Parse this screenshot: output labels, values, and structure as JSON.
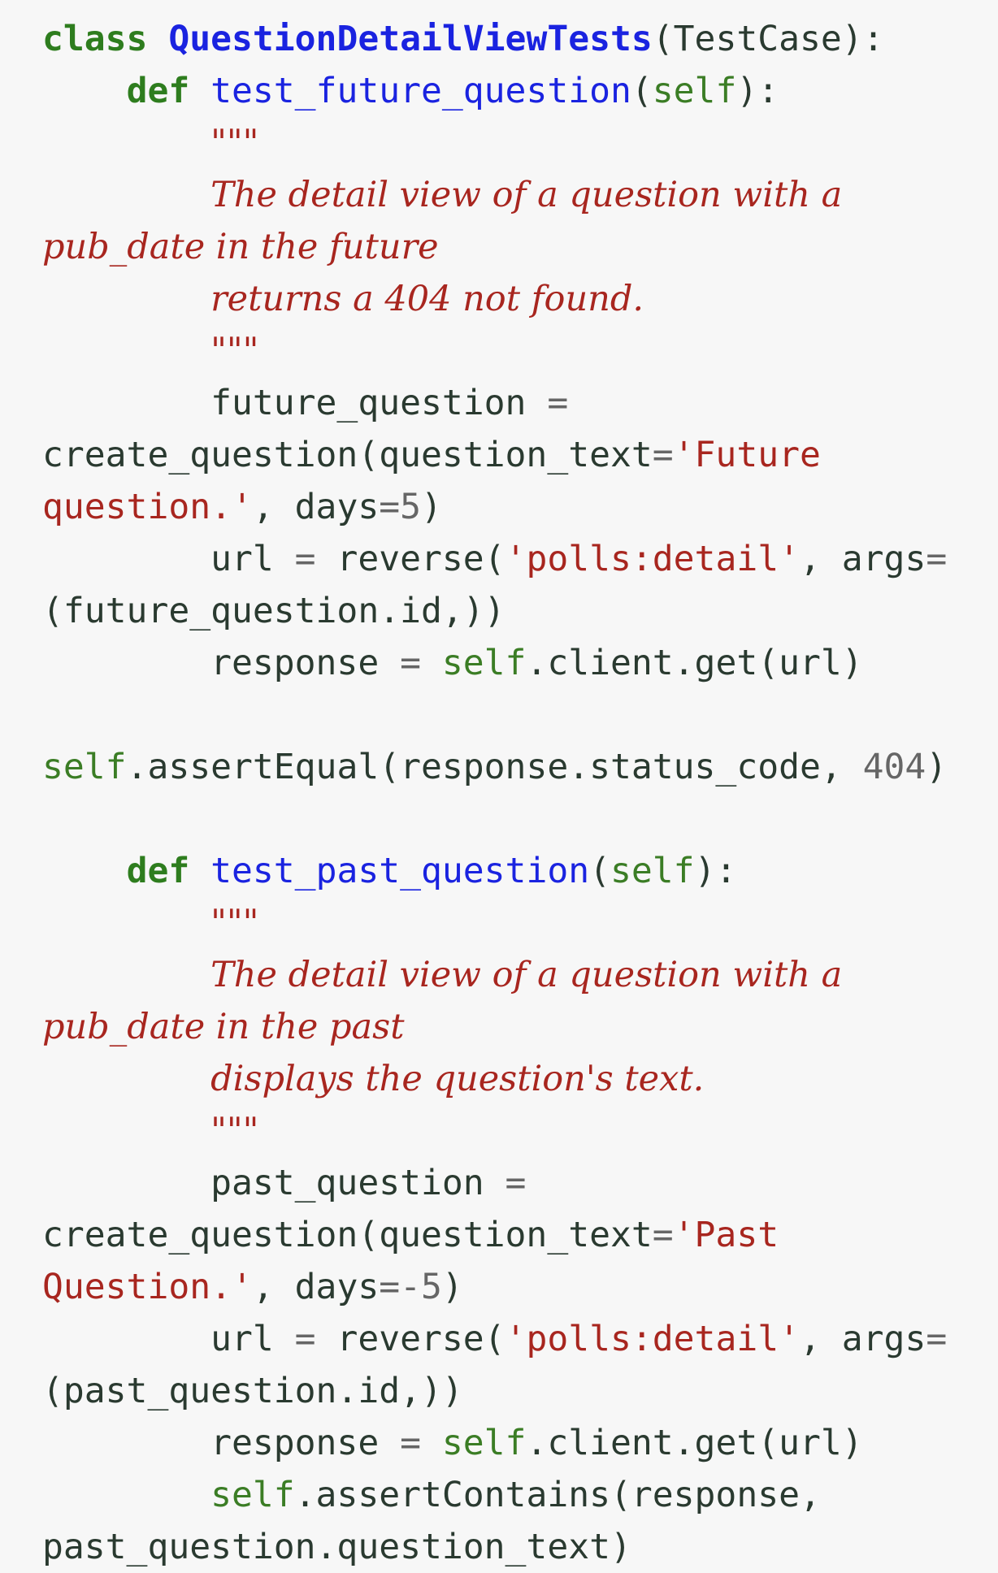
{
  "colors": {
    "background": "#f7f7f7",
    "keyword": "#2e7d1e",
    "class_name": "#1a23e0",
    "function_name": "#1a23e0",
    "self": "#3b7d25",
    "string": "#a8261f",
    "number": "#666666",
    "text": "#2a3a30"
  },
  "code": {
    "lines": [
      {
        "tokens": [
          {
            "t": "kw",
            "v": "class"
          },
          {
            "t": "plain",
            "v": " "
          },
          {
            "t": "cls",
            "v": "QuestionDetailViewTests"
          },
          {
            "t": "plain",
            "v": "(TestCase):"
          }
        ]
      },
      {
        "tokens": [
          {
            "t": "plain",
            "v": "    "
          },
          {
            "t": "kw",
            "v": "def"
          },
          {
            "t": "plain",
            "v": " "
          },
          {
            "t": "fn",
            "v": "test_future_question"
          },
          {
            "t": "plain",
            "v": "("
          },
          {
            "t": "self",
            "v": "self"
          },
          {
            "t": "plain",
            "v": "):"
          }
        ]
      },
      {
        "tokens": [
          {
            "t": "plain",
            "v": "        "
          },
          {
            "t": "doc",
            "v": "\"\"\""
          }
        ]
      },
      {
        "tokens": [
          {
            "t": "plain",
            "v": "        "
          },
          {
            "t": "doc",
            "v": "The detail view of a question with a"
          }
        ]
      },
      {
        "tokens": [
          {
            "t": "doc",
            "v": "pub_date in the future"
          }
        ]
      },
      {
        "tokens": [
          {
            "t": "plain",
            "v": "        "
          },
          {
            "t": "doc",
            "v": "returns a 404 not found."
          }
        ]
      },
      {
        "tokens": [
          {
            "t": "plain",
            "v": "        "
          },
          {
            "t": "doc",
            "v": "\"\"\""
          }
        ]
      },
      {
        "tokens": [
          {
            "t": "plain",
            "v": "        future_question "
          },
          {
            "t": "op",
            "v": "="
          }
        ]
      },
      {
        "tokens": [
          {
            "t": "plain",
            "v": "create_question(question_text"
          },
          {
            "t": "op",
            "v": "="
          },
          {
            "t": "str",
            "v": "'Future"
          }
        ]
      },
      {
        "tokens": [
          {
            "t": "str",
            "v": "question.'"
          },
          {
            "t": "plain",
            "v": ", days"
          },
          {
            "t": "op",
            "v": "="
          },
          {
            "t": "num",
            "v": "5"
          },
          {
            "t": "plain",
            "v": ")"
          }
        ]
      },
      {
        "tokens": [
          {
            "t": "plain",
            "v": "        url "
          },
          {
            "t": "op",
            "v": "="
          },
          {
            "t": "plain",
            "v": " reverse("
          },
          {
            "t": "str",
            "v": "'polls:detail'"
          },
          {
            "t": "plain",
            "v": ", args"
          },
          {
            "t": "op",
            "v": "="
          }
        ]
      },
      {
        "tokens": [
          {
            "t": "plain",
            "v": "(future_question.id,))"
          }
        ]
      },
      {
        "tokens": [
          {
            "t": "plain",
            "v": "        response "
          },
          {
            "t": "op",
            "v": "="
          },
          {
            "t": "plain",
            "v": " "
          },
          {
            "t": "self",
            "v": "self"
          },
          {
            "t": "plain",
            "v": ".client.get(url)"
          }
        ]
      },
      {
        "tokens": []
      },
      {
        "tokens": [
          {
            "t": "self",
            "v": "self"
          },
          {
            "t": "plain",
            "v": ".assertEqual(response.status_code, "
          },
          {
            "t": "num",
            "v": "404"
          },
          {
            "t": "plain",
            "v": ")"
          }
        ]
      },
      {
        "tokens": []
      },
      {
        "tokens": [
          {
            "t": "plain",
            "v": "    "
          },
          {
            "t": "kw",
            "v": "def"
          },
          {
            "t": "plain",
            "v": " "
          },
          {
            "t": "fn",
            "v": "test_past_question"
          },
          {
            "t": "plain",
            "v": "("
          },
          {
            "t": "self",
            "v": "self"
          },
          {
            "t": "plain",
            "v": "):"
          }
        ]
      },
      {
        "tokens": [
          {
            "t": "plain",
            "v": "        "
          },
          {
            "t": "doc",
            "v": "\"\"\""
          }
        ]
      },
      {
        "tokens": [
          {
            "t": "plain",
            "v": "        "
          },
          {
            "t": "doc",
            "v": "The detail view of a question with a"
          }
        ]
      },
      {
        "tokens": [
          {
            "t": "doc",
            "v": "pub_date in the past"
          }
        ]
      },
      {
        "tokens": [
          {
            "t": "plain",
            "v": "        "
          },
          {
            "t": "doc",
            "v": "displays the question's text."
          }
        ]
      },
      {
        "tokens": [
          {
            "t": "plain",
            "v": "        "
          },
          {
            "t": "doc",
            "v": "\"\"\""
          }
        ]
      },
      {
        "tokens": [
          {
            "t": "plain",
            "v": "        past_question "
          },
          {
            "t": "op",
            "v": "="
          }
        ]
      },
      {
        "tokens": [
          {
            "t": "plain",
            "v": "create_question(question_text"
          },
          {
            "t": "op",
            "v": "="
          },
          {
            "t": "str",
            "v": "'Past"
          }
        ]
      },
      {
        "tokens": [
          {
            "t": "str",
            "v": "Question.'"
          },
          {
            "t": "plain",
            "v": ", days"
          },
          {
            "t": "op",
            "v": "="
          },
          {
            "t": "num",
            "v": "-5"
          },
          {
            "t": "plain",
            "v": ")"
          }
        ]
      },
      {
        "tokens": [
          {
            "t": "plain",
            "v": "        url "
          },
          {
            "t": "op",
            "v": "="
          },
          {
            "t": "plain",
            "v": " reverse("
          },
          {
            "t": "str",
            "v": "'polls:detail'"
          },
          {
            "t": "plain",
            "v": ", args"
          },
          {
            "t": "op",
            "v": "="
          }
        ]
      },
      {
        "tokens": [
          {
            "t": "plain",
            "v": "(past_question.id,))"
          }
        ]
      },
      {
        "tokens": [
          {
            "t": "plain",
            "v": "        response "
          },
          {
            "t": "op",
            "v": "="
          },
          {
            "t": "plain",
            "v": " "
          },
          {
            "t": "self",
            "v": "self"
          },
          {
            "t": "plain",
            "v": ".client.get(url)"
          }
        ]
      },
      {
        "tokens": [
          {
            "t": "plain",
            "v": "        "
          },
          {
            "t": "self",
            "v": "self"
          },
          {
            "t": "plain",
            "v": ".assertContains(response,"
          }
        ]
      },
      {
        "tokens": [
          {
            "t": "plain",
            "v": "past_question.question_text)"
          }
        ]
      }
    ]
  }
}
